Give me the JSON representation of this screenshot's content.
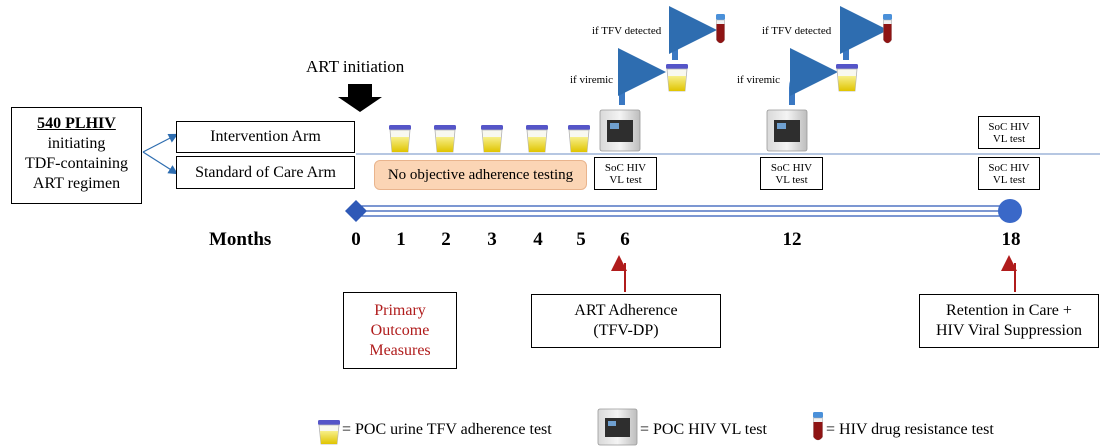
{
  "population": {
    "count": "540 PLHIV",
    "lines": [
      "initiating",
      "TDF-containing",
      "ART regimen"
    ]
  },
  "arms": {
    "intervention": "Intervention Arm",
    "standard": "Standard of Care Arm"
  },
  "art_initiation": "ART initiation",
  "no_testing": "No objective adherence testing",
  "soc_vl": [
    "SoC HIV",
    "VL test"
  ],
  "if_viremic": "if viremic",
  "if_tfv": "if TFV detected",
  "timeline": {
    "label": "Months",
    "ticks": [
      "0",
      "1",
      "2",
      "3",
      "4",
      "5",
      "6",
      "12",
      "18"
    ]
  },
  "outcomes": {
    "primary": [
      "Primary",
      "Outcome",
      "Measures"
    ],
    "adherence": [
      "ART Adherence",
      "(TFV-DP)"
    ],
    "retention": [
      "Retention in Care +",
      "HIV Viral Suppression"
    ]
  },
  "legend": {
    "urine": "= POC urine TFV adherence test",
    "vl": "= POC HIV VL test",
    "resistance": "= HIV drug resistance test"
  },
  "colors": {
    "accent_red": "#b01c1c",
    "arrow_blue": "#2e6db0",
    "timeline_blue": "#2f59b7",
    "peach": "#fbd5b5"
  }
}
